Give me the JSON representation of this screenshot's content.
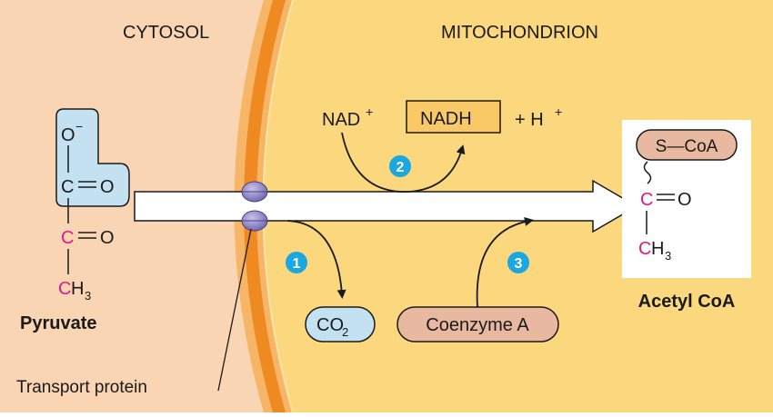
{
  "regions": {
    "cytosol": "CYTOSOL",
    "mitochondrion": "MITOCHONDRION"
  },
  "pyruvate": {
    "name": "Pyruvate",
    "o_minus": "O",
    "o_minus_charge": "−",
    "carboxyl_c": "C",
    "carboxyl_o": "O",
    "keto_c": "C",
    "keto_o": "O",
    "methyl_c": "C",
    "methyl_h": "H",
    "methyl_sub": "3"
  },
  "acetyl_coa": {
    "name": "Acetyl CoA",
    "s_coa": "S—CoA",
    "c": "C",
    "o": "O",
    "methyl_c": "C",
    "methyl_h": "H",
    "methyl_sub": "3"
  },
  "reaction": {
    "nad": "NAD",
    "nad_charge": "+",
    "nadh": "NADH",
    "plus_h": "+ H",
    "h_charge": "+",
    "co2": "CO",
    "co2_sub": "2",
    "coenzyme_a": "Coenzyme A"
  },
  "steps": [
    "1",
    "2",
    "3"
  ],
  "transport_label": "Transport protein",
  "colors": {
    "cytosol": "#f9d5b3",
    "mitochondrion": "#fbd77e",
    "membrane_outer": "#f7b567",
    "membrane_inner": "#ef8a22",
    "pyruvate_box": "#c3e1f1",
    "pink_carbon": "#e0198a",
    "step_badge": "#1ba8e0",
    "coenzyme_box": "#e8b9a0",
    "nadh_box": "#f9c968",
    "protein": "#8f86c4"
  }
}
